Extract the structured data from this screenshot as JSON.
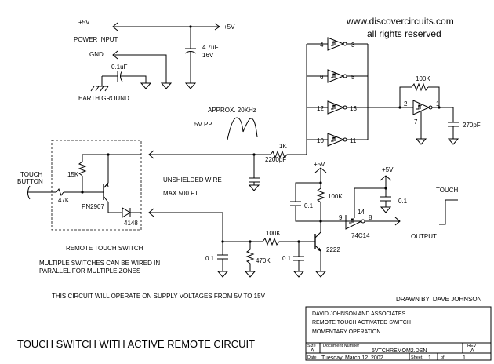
{
  "header": {
    "website": "www.discovercircuits.com",
    "rights": "all rights reserved"
  },
  "labels": {
    "plus5v_a": "+5V",
    "plus5v_b": "+5V",
    "power_input": "POWER INPUT",
    "gnd": "GND",
    "cap_power": "4.7uF",
    "cap_power_v": "16V",
    "cap_earth": "0.1uF",
    "earth_ground": "EARTH GROUND",
    "approx": "APPROX. 20KHz",
    "vpp": "5V PP",
    "r_1k": "1K",
    "c_2200": "2200pF",
    "unshielded": "UNSHIELDED WIRE",
    "max500": "MAX 500 FT",
    "touch_button_1": "TOUCH",
    "touch_button_2": "BUTTON",
    "r_15k": "15K",
    "r_47k": "47K",
    "pn2907": "PN2907",
    "d_4148": "4148",
    "remote_touch_switch": "REMOTE TOUCH SWITCH",
    "multi_1": "MULTIPLE SWITCHES CAN BE WIRED IN",
    "multi_2": "PARALLEL FOR MULTIPLE ZONES",
    "supply_note": "THIS CIRCUIT WILL OPERATE ON SUPPLY VOLTAGES FROM 5V TO 15V",
    "r_100k_fb": "100K",
    "c_270": "270pF",
    "plus5v_c": "+5V",
    "plus5v_d": "+5V",
    "r_100k_pull": "100K",
    "c_01_a": "0.1",
    "c_01_b": "0.1",
    "c_01_c": "0.1",
    "c_01_d": "0.1",
    "r_100k_base": "100K",
    "r_470k": "470K",
    "q_2222": "2222",
    "ic_74c14": "74C14",
    "output": "OUTPUT",
    "touch_wave": "TOUCH",
    "pin_4": "4",
    "pin_3": "3",
    "pin_6": "6",
    "pin_5": "5",
    "pin_12": "12",
    "pin_13": "13",
    "pin_10": "10",
    "pin_11": "11",
    "pin_2": "2",
    "pin_1": "1",
    "pin_7": "7",
    "pin_9": "9",
    "pin_8": "8",
    "pin_14": "14",
    "drawn_by": "DRAWN BY: DAVE JOHNSON",
    "title_main": "TOUCH SWITCH WITH ACTIVE REMOTE CIRCUIT"
  },
  "title_block": {
    "company": "DAVID JOHNSON AND ASSOCIATES",
    "project": "REMOTE TOUCH ACTIVATED SWITCH",
    "mode": "MOMENTARY OPERATION",
    "size_label": "Size",
    "size_value": "A",
    "doc_label": "Document Number",
    "doc_value": "5VTCHREMOM2.DSN",
    "rev_label": "REV",
    "rev_value": "A",
    "date_label": "Date",
    "date_value": "Tuesday, March 12, 2002",
    "sheet_label": "Sheet",
    "sheet_value": "1",
    "of_label": "of",
    "of_value": "1"
  }
}
